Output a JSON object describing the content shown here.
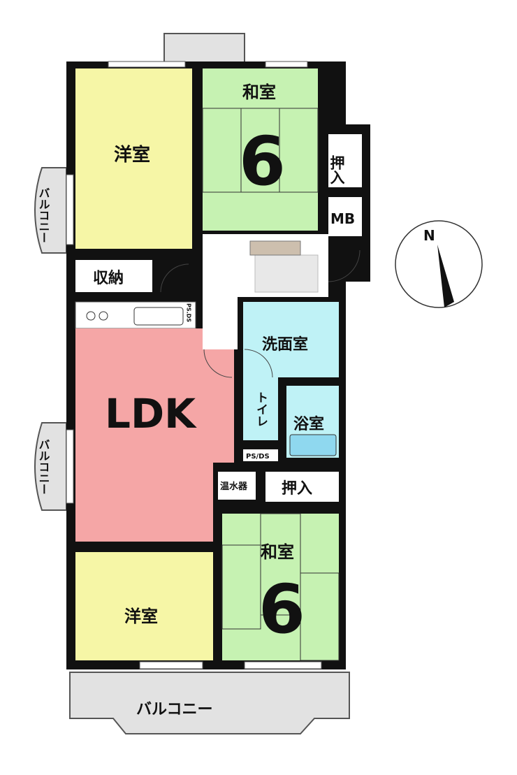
{
  "rooms": {
    "western_top": "洋室",
    "japanese_top": "和室",
    "japanese_top_size": "6",
    "closet_top": "押入",
    "mb": "MB",
    "storage": "収納",
    "ldk": "LDK",
    "ps_ds_kitchen": "PS.DS",
    "washroom": "洗面室",
    "toilet": "トイレ",
    "bath": "浴室",
    "ps_ds": "PS/DS",
    "water_heater": "温水器",
    "closet_bottom": "押入",
    "japanese_bottom": "和室",
    "japanese_bottom_size": "6",
    "western_bottom": "洋室"
  },
  "balconies": {
    "left_top": "バルコニー",
    "left_middle": "バルコニー",
    "bottom": "バルコニー"
  },
  "compass": {
    "north": "N"
  },
  "colors": {
    "western": "#f6f6a6",
    "japanese": "#c6f2b2",
    "ldk": "#f5a6a6",
    "wet": "#bff2f6",
    "balcony": "#e2e2e2",
    "tub": "#8fd8ef"
  }
}
